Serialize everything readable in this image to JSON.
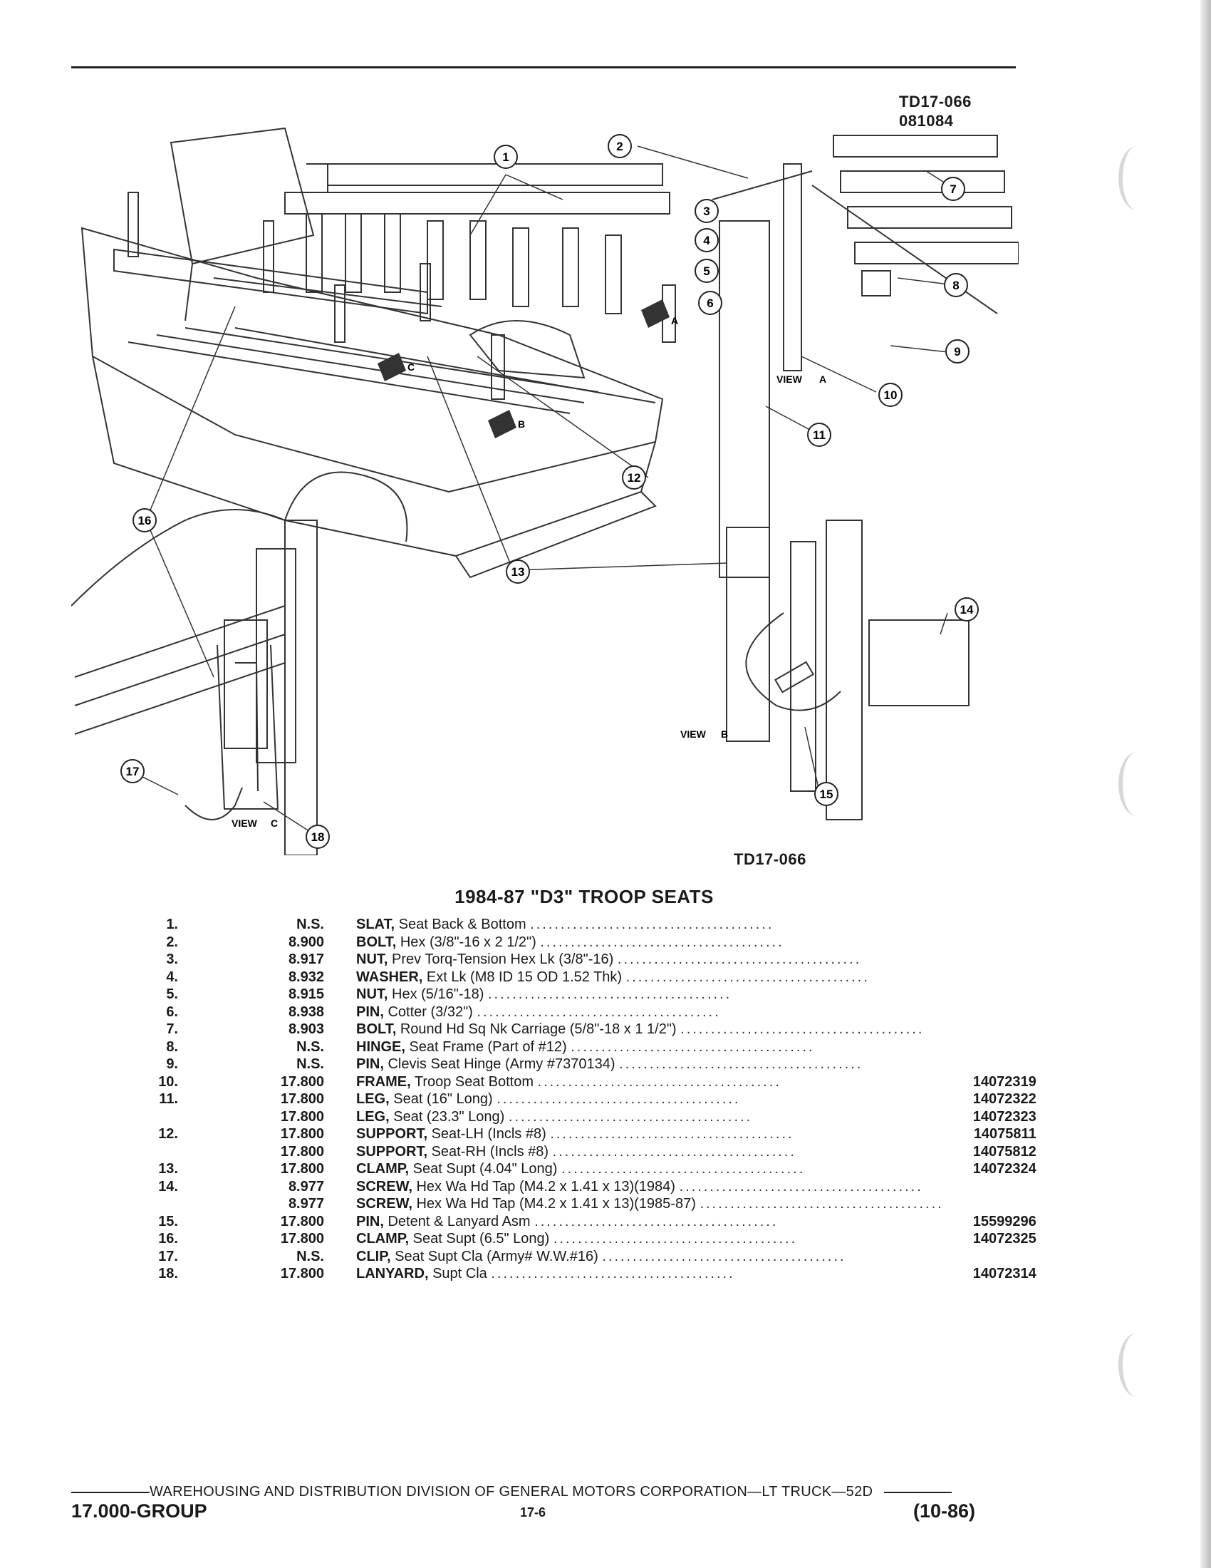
{
  "figure": {
    "id_top": "TD17-066",
    "date_code": "081084",
    "id_bottom": "TD17-066",
    "view_a": "VIEW",
    "view_a_letter": "A",
    "view_b": "VIEW",
    "view_b_letter": "B",
    "view_c": "VIEW",
    "view_c_letter": "C",
    "arrow_a": "A",
    "arrow_b": "B",
    "arrow_c": "C",
    "callouts": [
      "1",
      "2",
      "3",
      "4",
      "5",
      "6",
      "7",
      "8",
      "9",
      "10",
      "11",
      "12",
      "13",
      "14",
      "15",
      "16",
      "17",
      "18"
    ]
  },
  "title": "1984-87 \"D3\" TROOP SEATS",
  "parts": [
    {
      "num": "1.",
      "group": "N.S.",
      "name": "SLAT,",
      "desc": "Seat Back & Bottom",
      "part": ""
    },
    {
      "num": "2.",
      "group": "8.900",
      "name": "BOLT,",
      "desc": "Hex (3/8\"-16 x 2 1/2\")",
      "part": ""
    },
    {
      "num": "3.",
      "group": "8.917",
      "name": "NUT,",
      "desc": "Prev Torq-Tension Hex Lk (3/8\"-16)",
      "part": ""
    },
    {
      "num": "4.",
      "group": "8.932",
      "name": "WASHER,",
      "desc": "Ext Lk (M8 ID 15 OD 1.52 Thk)",
      "part": ""
    },
    {
      "num": "5.",
      "group": "8.915",
      "name": "NUT,",
      "desc": "Hex (5/16\"-18)",
      "part": ""
    },
    {
      "num": "6.",
      "group": "8.938",
      "name": "PIN,",
      "desc": "Cotter (3/32\")",
      "part": ""
    },
    {
      "num": "7.",
      "group": "8.903",
      "name": "BOLT,",
      "desc": "Round Hd Sq Nk Carriage (5/8\"-18 x 1 1/2\")",
      "part": ""
    },
    {
      "num": "8.",
      "group": "N.S.",
      "name": "HINGE,",
      "desc": "Seat Frame (Part of #12)",
      "part": ""
    },
    {
      "num": "9.",
      "group": "N.S.",
      "name": "PIN,",
      "desc": "Clevis Seat Hinge (Army #7370134)",
      "part": ""
    },
    {
      "num": "10.",
      "group": "17.800",
      "name": "FRAME,",
      "desc": "Troop Seat Bottom",
      "part": "14072319"
    },
    {
      "num": "11.",
      "group": "17.800",
      "name": "LEG,",
      "desc": "Seat (16\" Long)",
      "part": "14072322"
    },
    {
      "num": "",
      "group": "17.800",
      "name": "LEG,",
      "desc": "Seat (23.3\" Long)",
      "part": "14072323"
    },
    {
      "num": "12.",
      "group": "17.800",
      "name": "SUPPORT,",
      "desc": "Seat-LH (Incls #8)",
      "part": "14075811"
    },
    {
      "num": "",
      "group": "17.800",
      "name": "SUPPORT,",
      "desc": "Seat-RH (Incls #8)",
      "part": "14075812"
    },
    {
      "num": "13.",
      "group": "17.800",
      "name": "CLAMP,",
      "desc": "Seat Supt (4.04\" Long)",
      "part": "14072324"
    },
    {
      "num": "14.",
      "group": "8.977",
      "name": "SCREW,",
      "desc": "Hex Wa Hd Tap (M4.2 x 1.41 x 13)(1984)",
      "part": ""
    },
    {
      "num": "",
      "group": "8.977",
      "name": "SCREW,",
      "desc": "Hex Wa Hd Tap (M4.2 x 1.41 x 13)(1985-87)",
      "part": ""
    },
    {
      "num": "15.",
      "group": "17.800",
      "name": "PIN,",
      "desc": "Detent & Lanyard Asm",
      "part": "15599296"
    },
    {
      "num": "16.",
      "group": "17.800",
      "name": "CLAMP,",
      "desc": "Seat Supt (6.5\" Long)",
      "part": "14072325"
    },
    {
      "num": "17.",
      "group": "N.S.",
      "name": "CLIP,",
      "desc": "Seat Supt Cla (Army# W.W.#16)",
      "part": ""
    },
    {
      "num": "18.",
      "group": "17.800",
      "name": "LANYARD,",
      "desc": "Supt Cla",
      "part": "14072314"
    }
  ],
  "footer": {
    "division": "WAREHOUSING AND DISTRIBUTION  DIVISION OF GENERAL MOTORS CORPORATION—LT TRUCK—52D",
    "group": "17.000-GROUP",
    "page": "17-6",
    "date": "(10-86)"
  }
}
